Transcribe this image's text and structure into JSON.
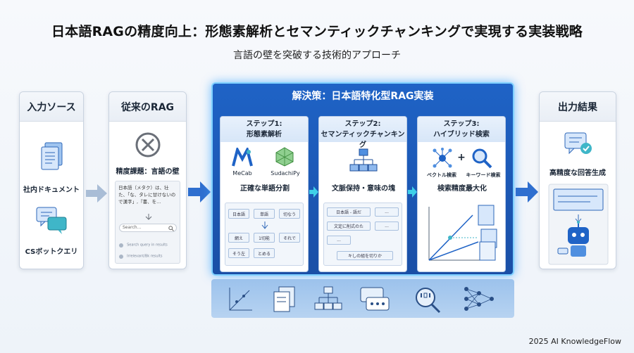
{
  "header": {
    "title": "日本語RAGの精度向上：形態素解析とセマンティックチャンキングで実現する実装戦略",
    "subtitle": "言語の壁を突破する技術的アプローチ"
  },
  "input_panel": {
    "title": "入力ソース",
    "items": [
      {
        "label": "社内ドキュメント",
        "icon": "document-icon"
      },
      {
        "label": "CSボットクエリ",
        "icon": "chat-bubbles-icon"
      }
    ]
  },
  "old_panel": {
    "title": "従来のRAG",
    "issue": "精度課題：言語の壁",
    "sample_text": "日本語（メタク）は、壮た、「な、タレに甘けないので漢字」,『書、を...",
    "search_placeholder": "Search...",
    "result_1": "Search query in results",
    "result_2": "Irrelevant/Bk results"
  },
  "solution": {
    "title": "解決策：日本語特化型RAG実装",
    "steps": [
      {
        "title": "ステップ1:",
        "subtitle": "形態素解析",
        "tools": [
          "MeCab",
          "SudachiPy"
        ],
        "result": "正確な単語分割",
        "tokens_row1": [
          "日本語",
          "単語",
          "切なう"
        ],
        "tokens_row2": [
          "網え",
          "1切能",
          "それで"
        ],
        "tokens_row3": [
          "そう左",
          "とめる"
        ]
      },
      {
        "title": "ステップ2:",
        "subtitle": "セマンティックチャンキング",
        "result": "文脈保持・意味の塊",
        "chunks": [
          "日本語 - 語だ",
          "...",
          "文定に削式のた",
          "...",
          "...",
          "キしの組を切りか"
        ]
      },
      {
        "title": "ステップ3:",
        "subtitle": "ハイブリッド検索",
        "vector_label": "ベクトル検索",
        "plus": "+",
        "keyword_label": "キーワード検索",
        "result": "検索精度最大化"
      }
    ]
  },
  "output_panel": {
    "title": "出力結果",
    "result": "高精度な回答生成"
  },
  "footer": "2025 AI KnowledgeFlow",
  "colors": {
    "accent": "#1f63c6",
    "glow": "#7fd0ff",
    "arrow": "#2f6fcf"
  }
}
